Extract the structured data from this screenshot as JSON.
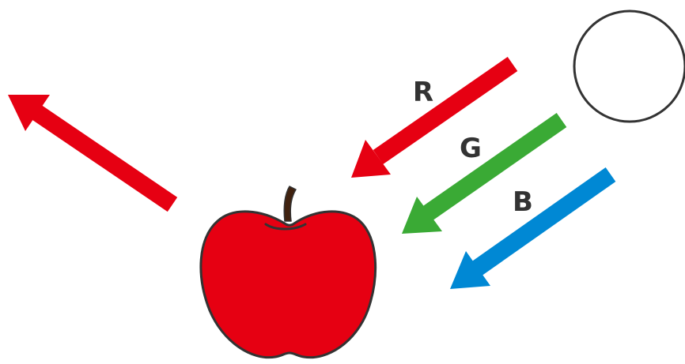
{
  "labels": {
    "red": "R",
    "green": "G",
    "blue": "B"
  },
  "colors": {
    "red": "#e60012",
    "green": "#3aaa35",
    "blue": "#0088d4",
    "apple": "#e60012",
    "outline": "#333333",
    "stem": "#40220f",
    "sun_fill": "#ffffff"
  },
  "icons": [
    "light-source-circle",
    "apple-icon",
    "incoming-light-arrow",
    "reflected-light-arrow"
  ]
}
